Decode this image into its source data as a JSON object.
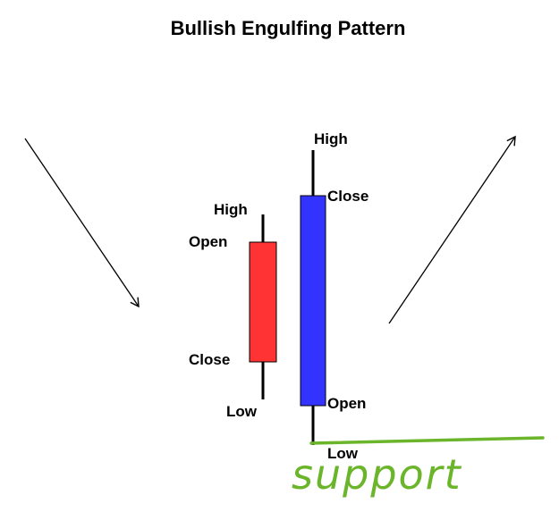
{
  "title": "Bullish Engulfing Pattern",
  "candles": [
    {
      "name": "bearish-candle",
      "color": "#ff3333",
      "labels": {
        "high": "High",
        "open": "Open",
        "close": "Close",
        "low": "Low"
      }
    },
    {
      "name": "bullish-candle",
      "color": "#3333ff",
      "labels": {
        "high": "High",
        "close": "Close",
        "open": "Open",
        "low": "Low"
      }
    }
  ],
  "trend_arrows": [
    {
      "name": "downtrend-arrow"
    },
    {
      "name": "uptrend-arrow"
    }
  ],
  "support": {
    "label": "support",
    "color": "#6ab52a"
  }
}
